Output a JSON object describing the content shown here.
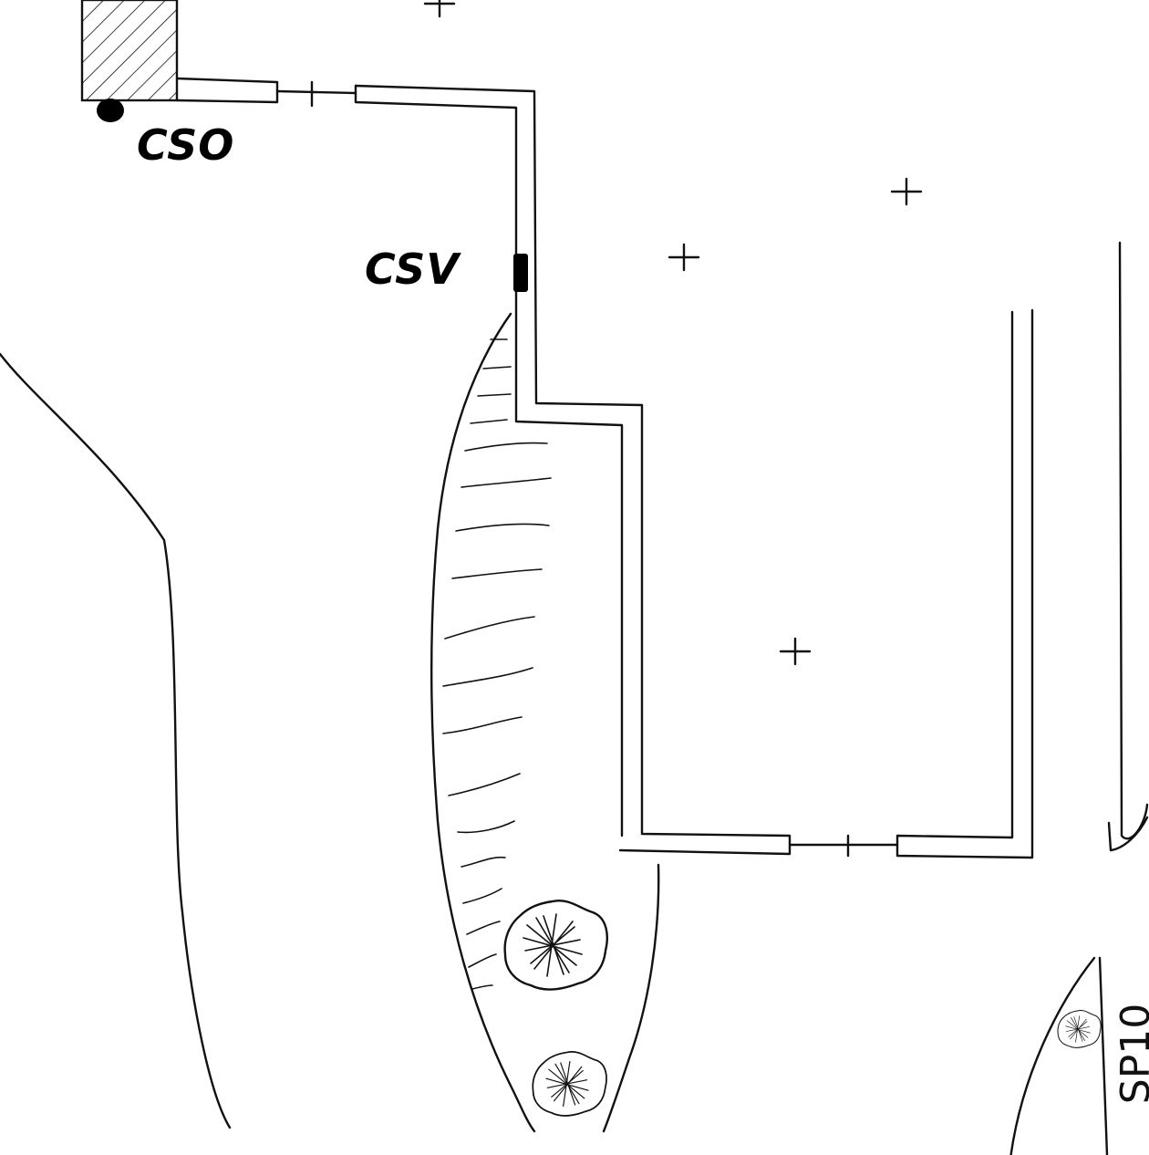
{
  "labels": {
    "cso": "CSO",
    "csv": "CSV",
    "road": "SP10"
  }
}
